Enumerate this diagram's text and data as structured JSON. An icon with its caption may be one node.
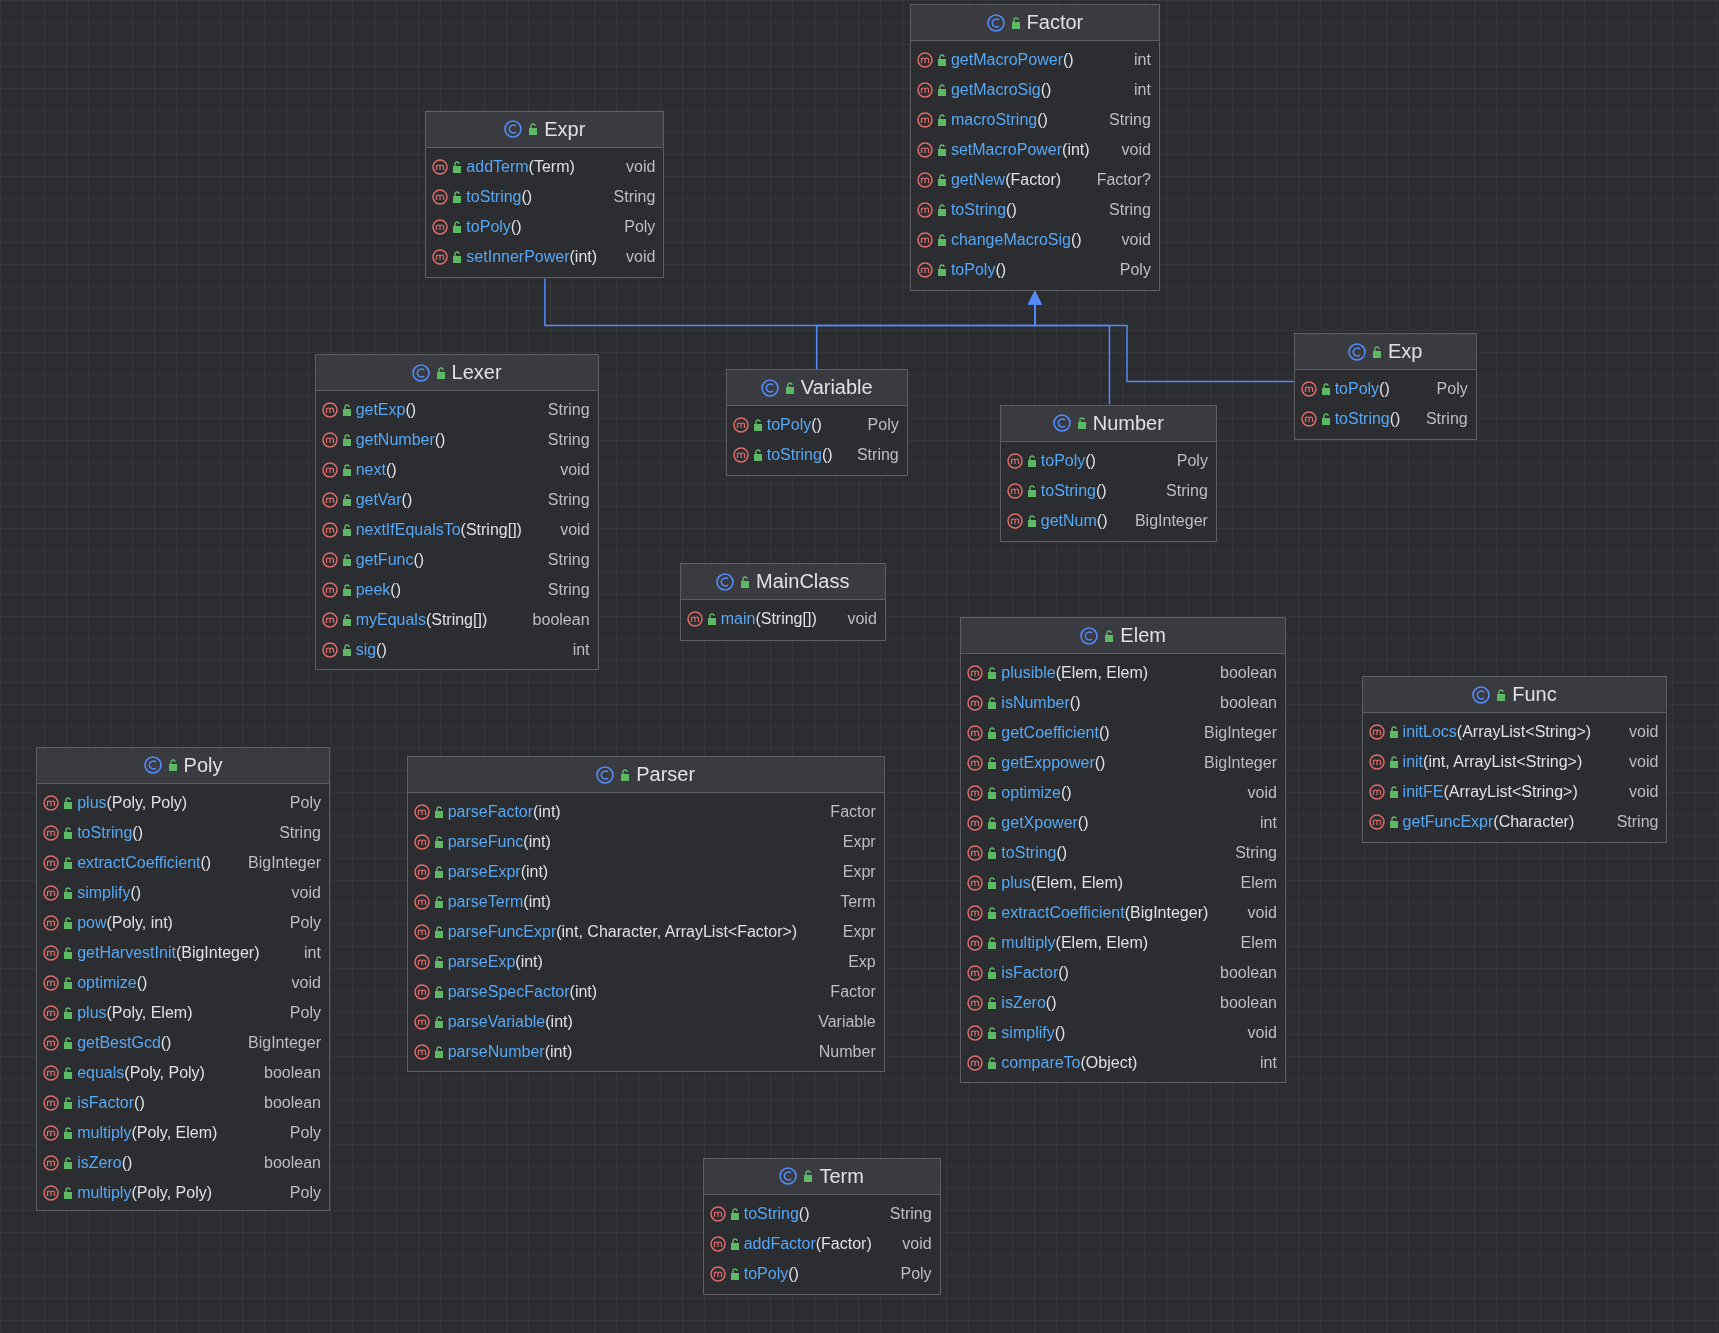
{
  "diagram": {
    "nodes": [
      {
        "text": [
          "Factor",
          "getMacroPower()",
          "int",
          "getMacroSig()",
          "int",
          "macroString()",
          "String",
          "setMacroPower(int)",
          "void",
          "getNew(Factor)",
          "Factor?",
          "toString()",
          "String",
          "changeMacroSig()",
          "void",
          "toPoly()",
          "Poly"
        ]
      },
      {
        "text": [
          "Expr",
          "addTerm(Term)",
          "void",
          "toString()",
          "String",
          "toPoly()",
          "Poly",
          "setInnerPower(int)",
          "void"
        ]
      },
      {
        "text": [
          "Lexer",
          "getExp()",
          "String",
          "getNumber()",
          "String",
          "next()",
          "void",
          "getVar()",
          "String",
          "nextIfEqualsTo(String[])",
          "void",
          "getFunc()",
          "String",
          "peek()",
          "String",
          "myEquals(String[])",
          "boolean",
          "sig()",
          "int"
        ]
      },
      {
        "text": [
          "Variable",
          "toPoly()",
          "Poly",
          "toString()",
          "String"
        ]
      },
      {
        "text": [
          "Number",
          "toPoly()",
          "Poly",
          "toString()",
          "String",
          "getNum()",
          "BigInteger"
        ]
      },
      {
        "text": [
          "Exp",
          "toPoly()",
          "Poly",
          "toString()",
          "String"
        ]
      },
      {
        "text": [
          "MainClass",
          "main(String[])",
          "void"
        ]
      },
      {
        "text": [
          "Elem",
          "plusible(Elem, Elem)",
          "boolean",
          "isNumber()",
          "boolean",
          "getCoefficient()",
          "BigInteger",
          "getExppower()",
          "BigInteger",
          "optimize()",
          "void",
          "getXpower()",
          "int",
          "toString()",
          "String",
          "plus(Elem, Elem)",
          "Elem",
          "extractCoefficient(BigInteger)",
          "void",
          "multiply(Elem, Elem)",
          "Elem",
          "isFactor()",
          "boolean",
          "isZero()",
          "boolean",
          "simplify()",
          "void",
          "compareTo(Object)",
          "int"
        ]
      },
      {
        "text": [
          "Func",
          "initLocs(ArrayList<String>)",
          "void",
          "init(int, ArrayList<String>)",
          "void",
          "initFE(ArrayList<String>)",
          "void",
          "getFuncExpr(Character)",
          "String"
        ]
      },
      {
        "text": [
          "Poly",
          "plus(Poly, Poly)",
          "Poly",
          "toString()",
          "String",
          "extractCoefficient()",
          "BigInteger",
          "simplify()",
          "void",
          "pow(Poly, int)",
          "Poly",
          "getHarvestInit(BigInteger)",
          "int",
          "optimize()",
          "void",
          "plus(Poly, Elem)",
          "Poly",
          "getBestGcd()",
          "BigInteger",
          "equals(Poly, Poly)",
          "boolean",
          "isFactor()",
          "boolean",
          "multiply(Poly, Elem)",
          "Poly",
          "isZero()",
          "boolean",
          "multiply(Poly, Poly)",
          "Poly"
        ]
      },
      {
        "text": [
          "Parser",
          "parseFactor(int)",
          "Factor",
          "parseFunc(int)",
          "Expr",
          "parseExpr(int)",
          "Expr",
          "parseTerm(int)",
          "Term",
          "parseFuncExpr(int, Character, ArrayList<Factor>)",
          "Expr",
          "parseExp(int)",
          "Exp",
          "parseSpecFactor(int)",
          "Factor",
          "parseVariable(int)",
          "Variable",
          "parseNumber(int)",
          "Number"
        ]
      },
      {
        "text": [
          "Term",
          "toString()",
          "String",
          "addFactor(Factor)",
          "void",
          "toPoly()",
          "Poly"
        ]
      }
    ],
    "edges": [
      {
        "from": 1,
        "to": 0,
        "arrow": "to"
      },
      {
        "from": 3,
        "to": 0,
        "arrow": "to"
      },
      {
        "from": 4,
        "to": 0,
        "arrow": "to"
      },
      {
        "from": 5,
        "to": 0,
        "arrow": "to"
      }
    ]
  }
}
